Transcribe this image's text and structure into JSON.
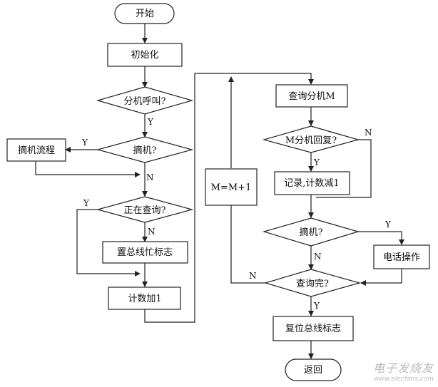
{
  "nodes": {
    "start": "开始",
    "init": "初始化",
    "ext_call": "分机呼叫?",
    "offhook1": "摘机?",
    "offhook_flow": "摘机流程",
    "querying": "正在查询?",
    "set_busy": "置总线忙标志",
    "count_add": "计数加1",
    "query_ext": "查询分机M",
    "m_reply": "M分机回复?",
    "record": "记录,计数减1",
    "m_inc": "M=M+1",
    "offhook2": "摘机?",
    "phone_op": "电话操作",
    "query_done": "查询完?",
    "reset_busy": "复位总线标志",
    "return": "返回"
  },
  "labels": {
    "yes": "Y",
    "no": "N"
  },
  "watermark": {
    "main": "电子发烧友",
    "url": "www.elecfans.com"
  }
}
